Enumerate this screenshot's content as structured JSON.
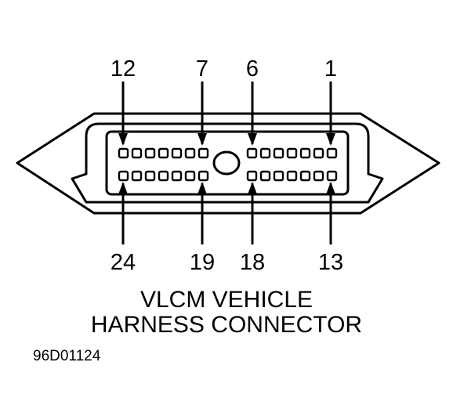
{
  "diagram": {
    "title_line1": "VLCM VEHICLE",
    "title_line2": "HARNESS CONNECTOR",
    "figure_id": "96D01124",
    "top_labels": {
      "pin_12": "12",
      "pin_7": "7",
      "pin_6": "6",
      "pin_1": "1"
    },
    "bottom_labels": {
      "pin_24": "24",
      "pin_19": "19",
      "pin_18": "18",
      "pin_13": "13"
    },
    "colors": {
      "ink": "#000000",
      "background": "#ffffff"
    }
  }
}
